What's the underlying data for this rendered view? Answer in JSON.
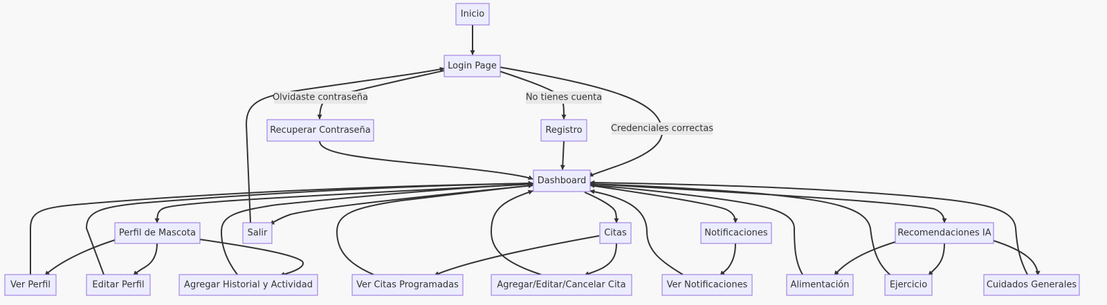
{
  "nodes": {
    "inicio": "Inicio",
    "login": "Login Page",
    "recuperar": "Recuperar Contraseña",
    "registro": "Registro",
    "dashboard": "Dashboard",
    "perfil_mascota": "Perfil de Mascota",
    "salir": "Salir",
    "citas": "Citas",
    "notificaciones": "Notificaciones",
    "recomendaciones": "Recomendaciones IA",
    "ver_perfil": "Ver Perfil",
    "editar_perfil": "Editar Perfil",
    "agregar_historial": "Agregar Historial y Actividad",
    "ver_citas": "Ver Citas Programadas",
    "agregar_cita": "Agregar/Editar/Cancelar Cita",
    "ver_notificaciones": "Ver Notificaciones",
    "alimentacion": "Alimentación",
    "ejercicio": "Ejercicio",
    "cuidados": "Cuidados Generales"
  },
  "edge_labels": {
    "olvidaste": "Olvidaste contraseña",
    "no_cuenta": "No tienes cuenta",
    "credenciales": "Credenciales correctas"
  },
  "colors": {
    "node_fill": "#ececff",
    "node_stroke": "#9370db",
    "edge": "#333333",
    "label_bg": "#e8e8e8",
    "background": "#f8f8f8"
  }
}
